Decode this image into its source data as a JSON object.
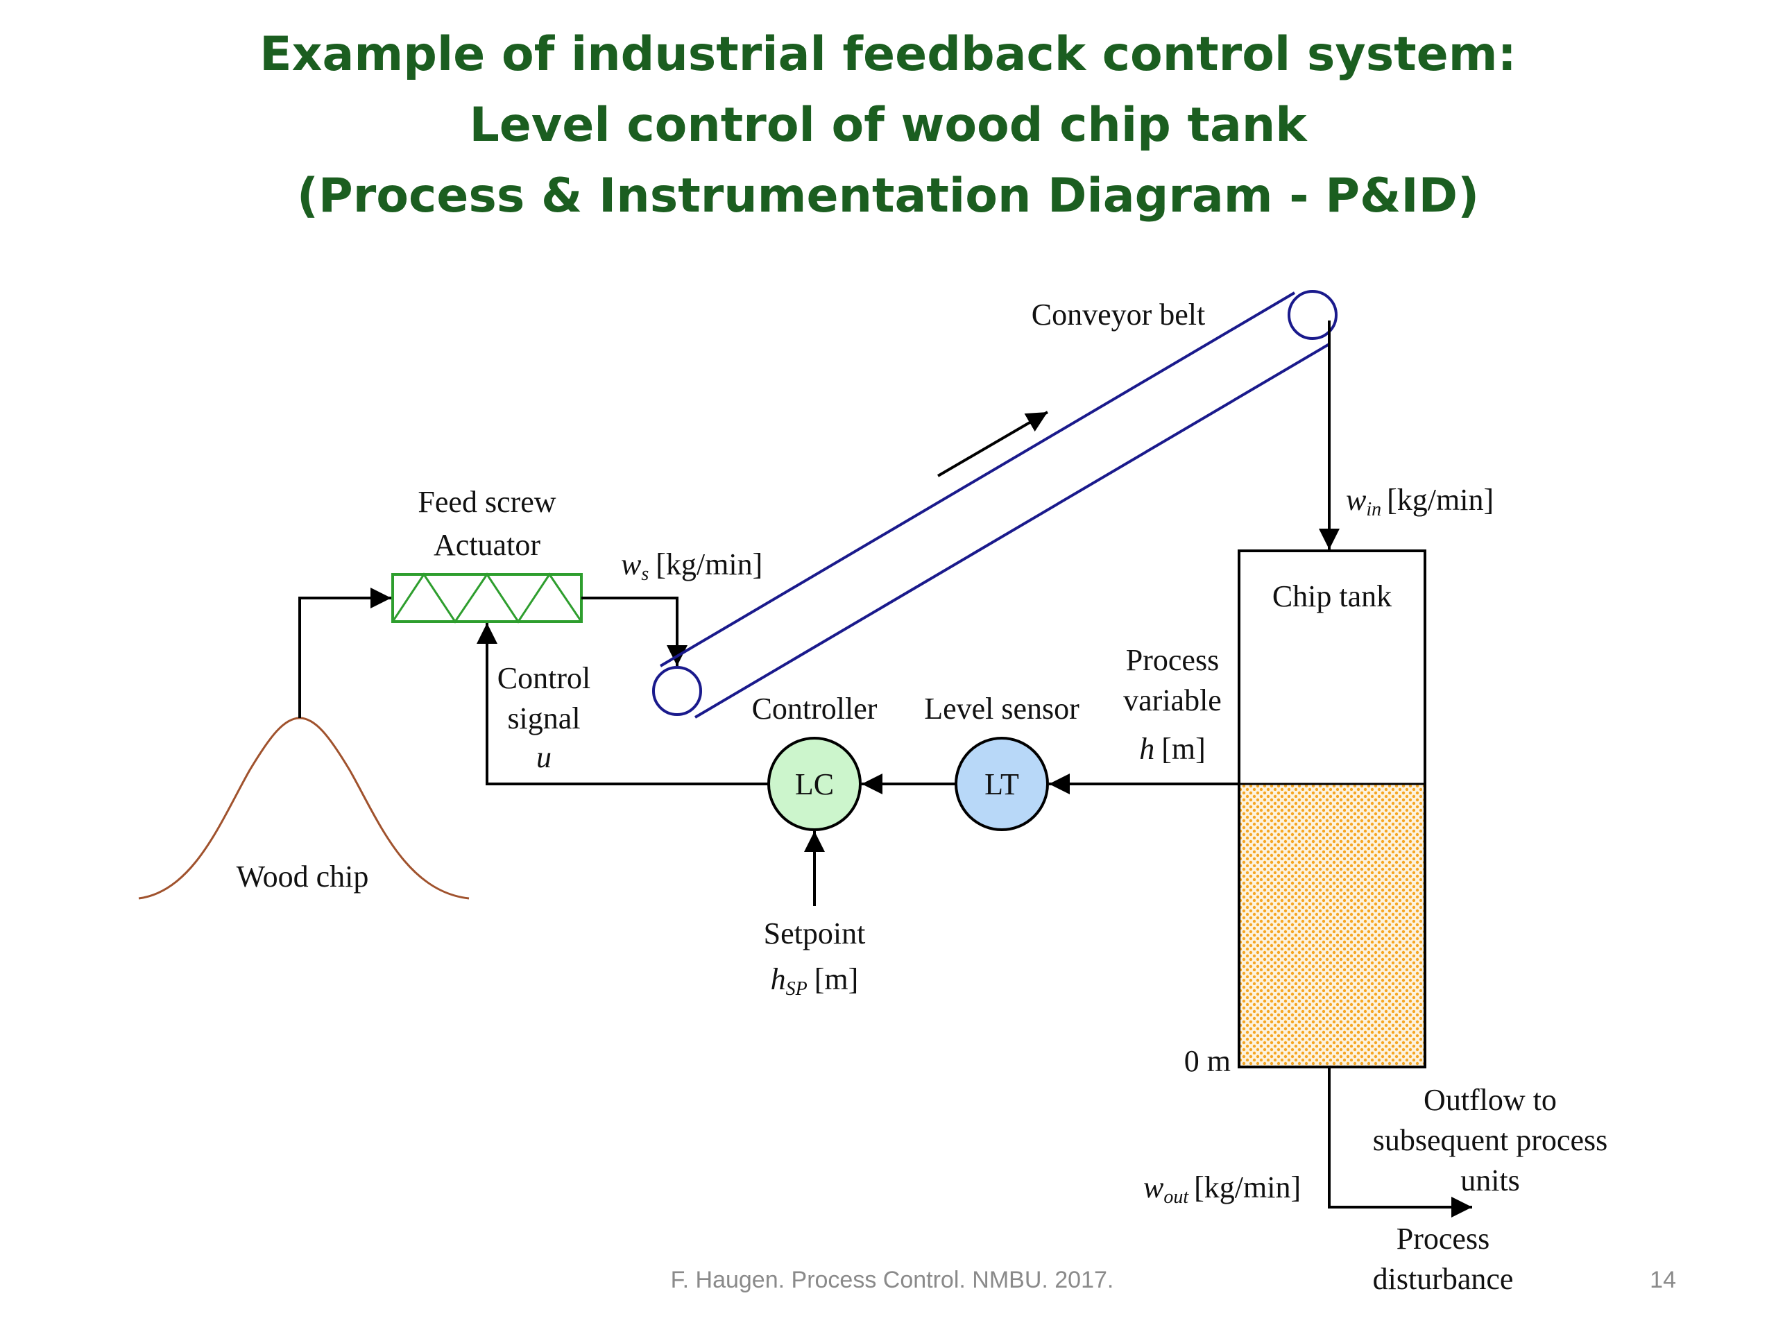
{
  "title": {
    "line1": "Example of industrial feedback control system:",
    "line2": "Level control of wood chip tank",
    "line3": "(Process & Instrumentation Diagram - P&ID)"
  },
  "diagram": {
    "conveyor_label": "Conveyor belt",
    "feed_screw_label_1": "Feed screw",
    "feed_screw_label_2": "Actuator",
    "ws_symbol": "w",
    "ws_subscript": "s",
    "ws_unit": "[kg/min]",
    "win_symbol": "w",
    "win_subscript": "in",
    "win_unit": "[kg/min]",
    "tank_label": "Chip tank",
    "pv_label_1": "Process",
    "pv_label_2": "variable",
    "pv_symbol": "h",
    "pv_unit": "[m]",
    "control_signal_1": "Control",
    "control_signal_2": "signal",
    "control_signal_symbol": "u",
    "controller_label": "Controller",
    "controller_tag": "LC",
    "sensor_label": "Level sensor",
    "sensor_tag": "LT",
    "setpoint_label": "Setpoint",
    "setpoint_symbol": "h",
    "setpoint_subscript": "SP",
    "setpoint_unit": "[m]",
    "wood_chip_label": "Wood chip",
    "zero_level": "0 m",
    "outflow_1": "Outflow to",
    "outflow_2": "subsequent process",
    "outflow_3": "units",
    "wout_symbol": "w",
    "wout_subscript": "out",
    "wout_unit": "[kg/min]",
    "disturbance_1": "Process",
    "disturbance_2": "disturbance"
  },
  "footer": {
    "citation": "F. Haugen. Process Control. NMBU. 2017.",
    "page_number": "14"
  },
  "colors": {
    "title": "#1b5e20",
    "conveyor": "#1a1a8c",
    "feed_screw": "#2e9e2e",
    "controller_fill": "#ccf5cc",
    "sensor_fill": "#b8d8f8",
    "chip_fill": "#f5a623",
    "wood_pile": "#a0522d"
  }
}
